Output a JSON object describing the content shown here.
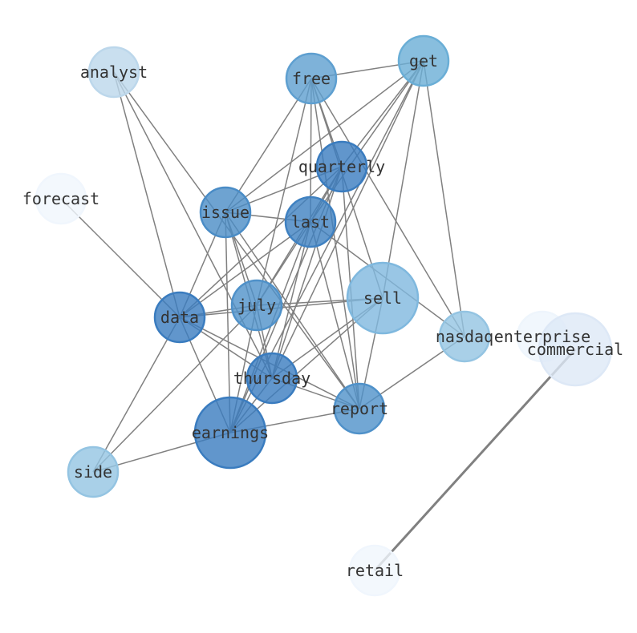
{
  "diagram": {
    "type": "network",
    "edge_color": "#808080",
    "nodes": [
      {
        "label": "analyst",
        "color": "#bcd7eb"
      },
      {
        "label": "free",
        "color": "#5e9fd0"
      },
      {
        "label": "get",
        "color": "#6aaed6"
      },
      {
        "label": "quarterly",
        "color": "#3a7cbf"
      },
      {
        "label": "forecast",
        "color": "#f0f6fd"
      },
      {
        "label": "issue",
        "color": "#4a8cc6"
      },
      {
        "label": "last",
        "color": "#3f81c1"
      },
      {
        "label": "sell",
        "color": "#7fb8de"
      },
      {
        "label": "july",
        "color": "#4f91c9"
      },
      {
        "label": "data",
        "color": "#3a7cbf"
      },
      {
        "label": "nasdaq",
        "color": "#94c4e2"
      },
      {
        "label": "enterprise",
        "color": "#eef5fc"
      },
      {
        "label": "commercial",
        "color": "#dde8f6"
      },
      {
        "label": "thursday",
        "color": "#3a7cbf"
      },
      {
        "label": "report",
        "color": "#4f91c9"
      },
      {
        "label": "earnings",
        "color": "#3a7cbf"
      },
      {
        "label": "side",
        "color": "#94c4e2"
      },
      {
        "label": "retail",
        "color": "#f0f6fd"
      }
    ],
    "edges": [
      [
        "free",
        "get"
      ],
      [
        "free",
        "issue"
      ],
      [
        "free",
        "july"
      ],
      [
        "free",
        "last"
      ],
      [
        "free",
        "report"
      ],
      [
        "free",
        "sell"
      ],
      [
        "free",
        "nasdaq"
      ],
      [
        "free",
        "quarterly"
      ],
      [
        "get",
        "issue"
      ],
      [
        "get",
        "quarterly"
      ],
      [
        "get",
        "last"
      ],
      [
        "get",
        "thursday"
      ],
      [
        "get",
        "earnings"
      ],
      [
        "get",
        "sell"
      ],
      [
        "get",
        "nasdaq"
      ],
      [
        "quarterly",
        "issue"
      ],
      [
        "quarterly",
        "last"
      ],
      [
        "quarterly",
        "data"
      ],
      [
        "quarterly",
        "thursday"
      ],
      [
        "quarterly",
        "earnings"
      ],
      [
        "quarterly",
        "july"
      ],
      [
        "quarterly",
        "report"
      ],
      [
        "last",
        "issue"
      ],
      [
        "last",
        "data"
      ],
      [
        "last",
        "thursday"
      ],
      [
        "last",
        "earnings"
      ],
      [
        "last",
        "report"
      ],
      [
        "last",
        "nasdaq"
      ],
      [
        "last",
        "july"
      ],
      [
        "issue",
        "data"
      ],
      [
        "issue",
        "july"
      ],
      [
        "issue",
        "thursday"
      ],
      [
        "issue",
        "earnings"
      ],
      [
        "issue",
        "report"
      ],
      [
        "analyst",
        "data"
      ],
      [
        "analyst",
        "thursday"
      ],
      [
        "analyst",
        "report"
      ],
      [
        "forecast",
        "data"
      ],
      [
        "data",
        "sell"
      ],
      [
        "data",
        "july"
      ],
      [
        "data",
        "thursday"
      ],
      [
        "data",
        "report"
      ],
      [
        "data",
        "side"
      ],
      [
        "data",
        "earnings"
      ],
      [
        "july",
        "sell"
      ],
      [
        "july",
        "thursday"
      ],
      [
        "july",
        "side"
      ],
      [
        "july",
        "earnings"
      ],
      [
        "sell",
        "thursday"
      ],
      [
        "sell",
        "earnings"
      ],
      [
        "sell",
        "report"
      ],
      [
        "thursday",
        "report"
      ],
      [
        "thursday",
        "earnings"
      ],
      [
        "earnings",
        "report"
      ],
      [
        "earnings",
        "side"
      ],
      [
        "report",
        "nasdaq"
      ]
    ],
    "heavy_edges": [
      [
        "commercial",
        "retail"
      ]
    ]
  }
}
